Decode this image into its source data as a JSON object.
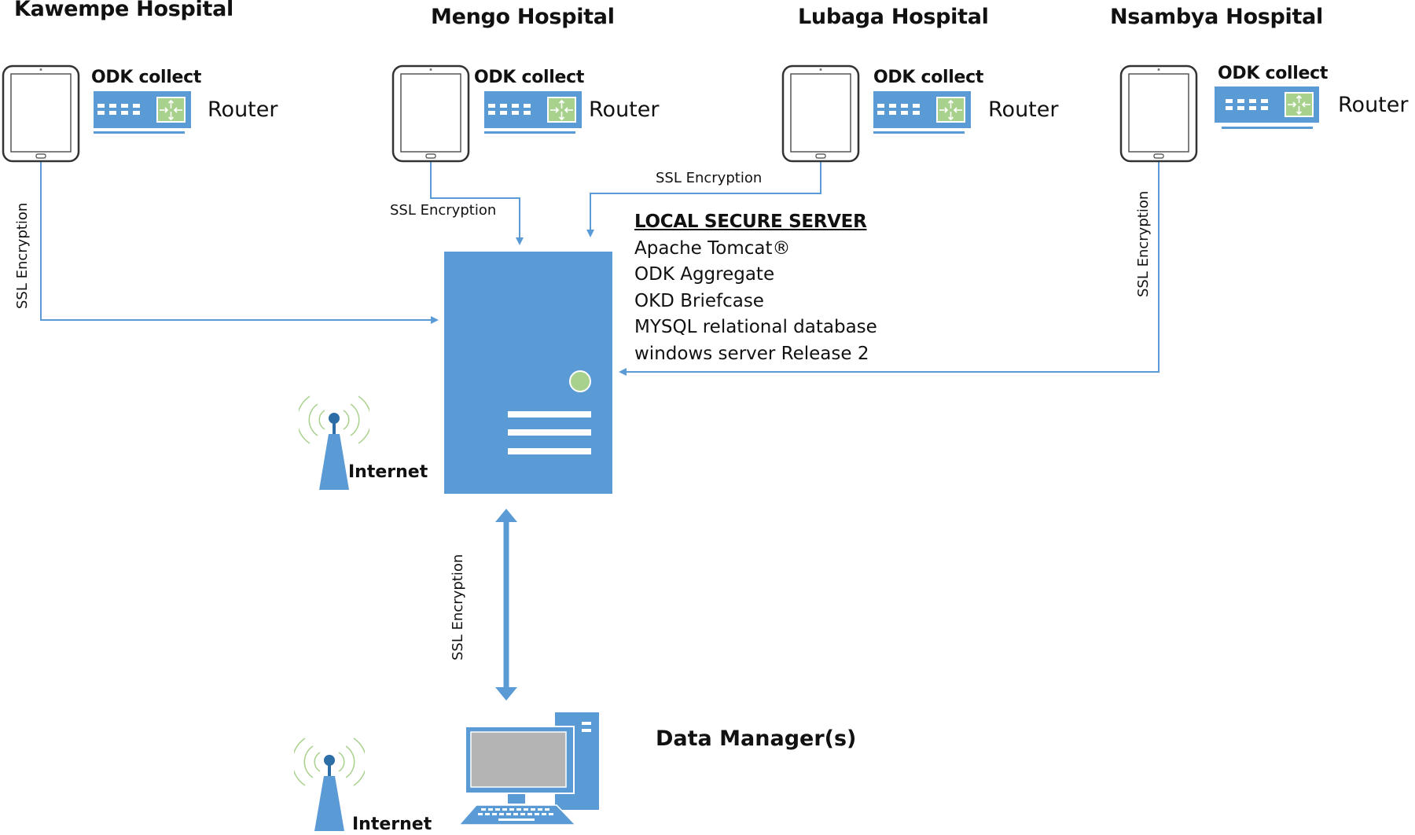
{
  "colors": {
    "accent_blue": "#5b9bd5",
    "dark_blue": "#2e6ea6",
    "green": "#a9d18e",
    "screen_gray": "#b4b4b4",
    "line_blue": "#5b9bd5"
  },
  "hospitals": [
    {
      "name": "Kawempe Hospital",
      "device_label": "ODK collect",
      "router_label": "Router",
      "link_label": "SSL Encryption"
    },
    {
      "name": "Mengo Hospital",
      "device_label": "ODK collect",
      "router_label": "Router",
      "link_label": "SSL Encryption"
    },
    {
      "name": "Lubaga Hospital",
      "device_label": "ODK collect",
      "router_label": "Router",
      "link_label": "SSL Encryption"
    },
    {
      "name": "Nsambya Hospital",
      "device_label": "ODK collect",
      "router_label": "Router",
      "link_label": "SSL Encryption"
    }
  ],
  "server": {
    "title": "LOCAL SECURE SERVER",
    "components": [
      "Apache Tomcat®",
      "ODK Aggregate",
      "OKD Briefcase",
      "MYSQL relational database",
      "windows server Release 2"
    ]
  },
  "internet": [
    {
      "label": "Internet",
      "icon": "antenna-icon"
    },
    {
      "label": "Internet",
      "icon": "antenna-icon"
    }
  ],
  "data_manager": {
    "label": "Data Manager(s)",
    "link_label": "SSL Encryption",
    "icon": "desktop-computer-icon"
  }
}
